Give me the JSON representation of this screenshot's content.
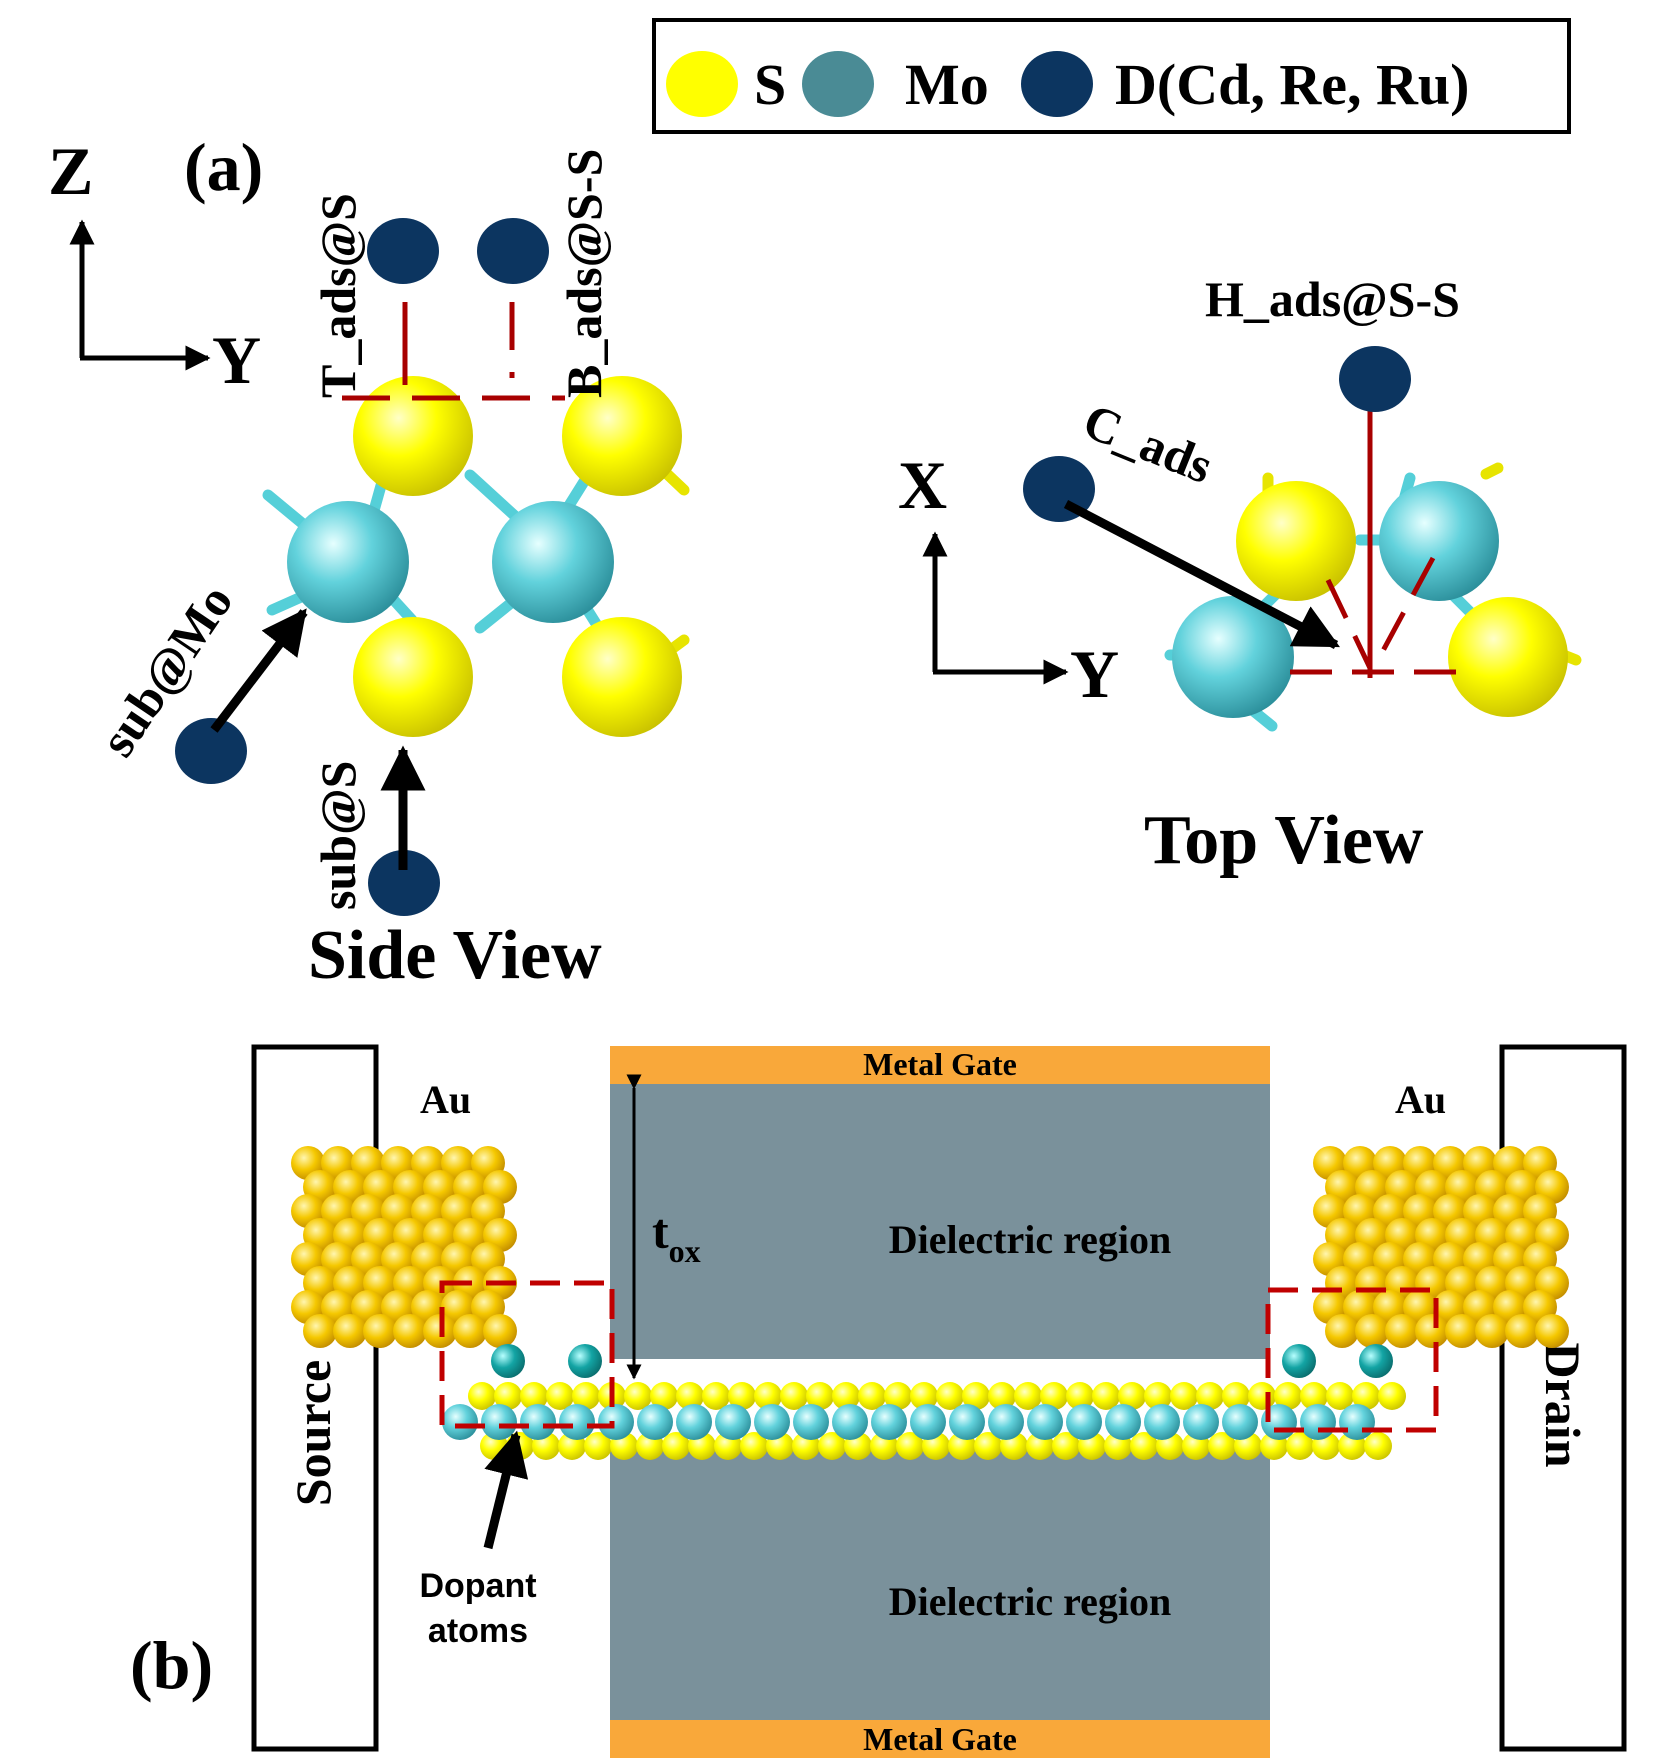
{
  "legend": {
    "s_label": "S",
    "mo_label": "Mo",
    "dopant_label": "D(Cd, Re, Ru)"
  },
  "panel_a": {
    "label": "(a)",
    "side_view": {
      "caption": "Side View",
      "axis_vertical": "Z",
      "axis_horizontal": "Y",
      "site_top": "T_ads@S",
      "site_bridge": "B_ads@S-S",
      "site_sub_mo": "sub@Mo",
      "site_sub_s": "sub@S"
    },
    "top_view": {
      "caption": "Top View",
      "axis_vertical": "X",
      "axis_horizontal": "Y",
      "site_hollow": "H_ads@S-S",
      "site_center": "C_ads"
    }
  },
  "panel_b": {
    "label": "(b)",
    "source": "Source",
    "drain": "Drain",
    "au_left": "Au",
    "au_right": "Au",
    "gate_top": "Metal Gate",
    "gate_bottom": "Metal Gate",
    "dielectric_top": "Dielectric region",
    "dielectric_bottom": "Dielectric region",
    "tox_main": "t",
    "tox_sub": "ox",
    "dopant_line1": "Dopant",
    "dopant_line2": "atoms"
  },
  "colors": {
    "sulfur": "#ffff00",
    "molybdenum": "#4fb8c4",
    "dopant": "#0c3560",
    "gold": "#f2c500",
    "dielectric": "#7a919b",
    "metal_gate": "#f9a83a",
    "dashed_red": "#a80000"
  }
}
